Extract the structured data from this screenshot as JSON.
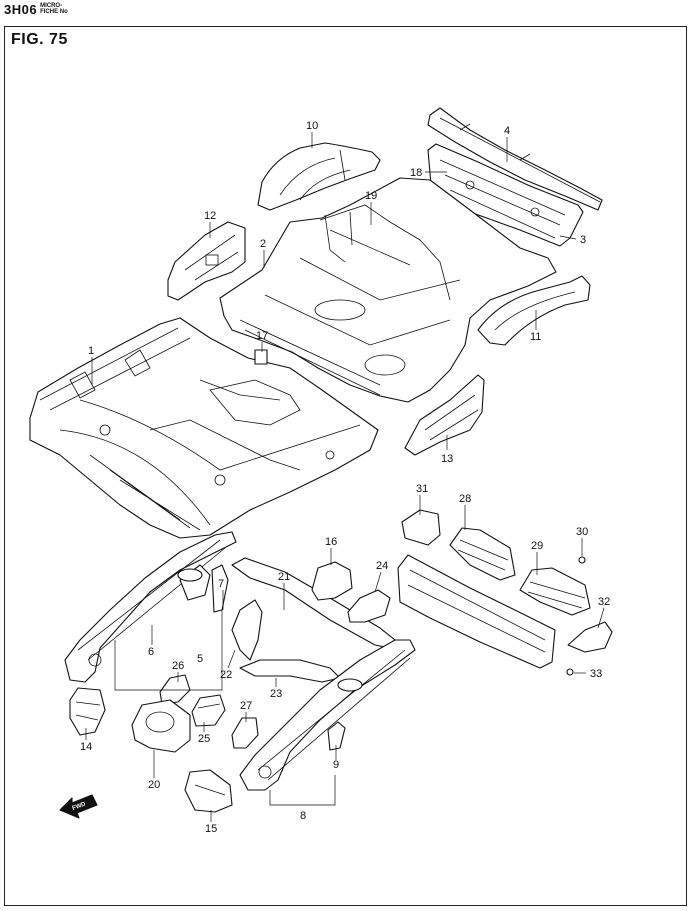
{
  "header": {
    "code": "3H06",
    "microfiche_line1": "MICRO-",
    "microfiche_line2": "FICHE No"
  },
  "figure": {
    "title": "FIG.  75",
    "fwd_label": "FWD"
  },
  "callouts": [
    "1",
    "2",
    "3",
    "4",
    "5",
    "6",
    "7",
    "8",
    "9",
    "10",
    "11",
    "12",
    "13",
    "14",
    "15",
    "16",
    "17",
    "18",
    "19",
    "20",
    "21",
    "22",
    "23",
    "24",
    "25",
    "26",
    "27",
    "28",
    "29",
    "30",
    "31",
    "32",
    "33"
  ]
}
